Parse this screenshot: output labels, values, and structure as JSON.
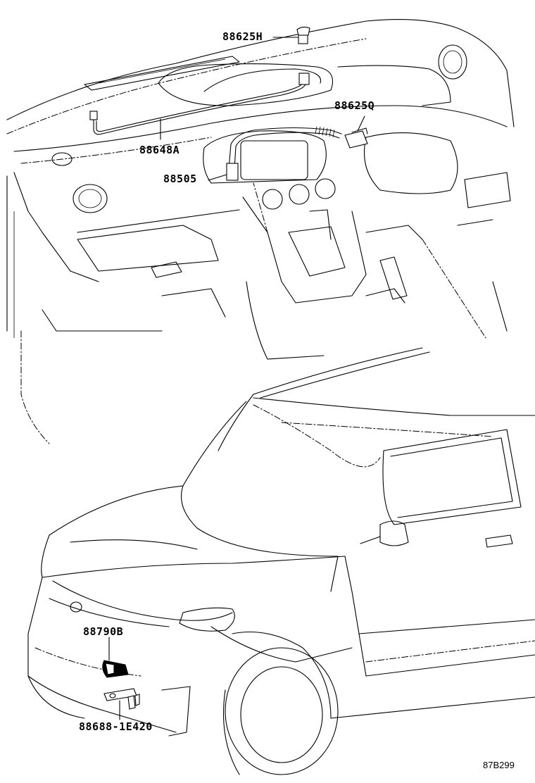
{
  "diagram": {
    "callouts": {
      "p88625H": "88625H",
      "p88625Q": "88625Q",
      "p88648A": "88648A",
      "p88505": "88505",
      "p88790B": "88790B",
      "p88688": "88688-1E420"
    },
    "figure_code": "87B299"
  },
  "colors": {
    "line": "#000000",
    "background": "#ffffff"
  }
}
